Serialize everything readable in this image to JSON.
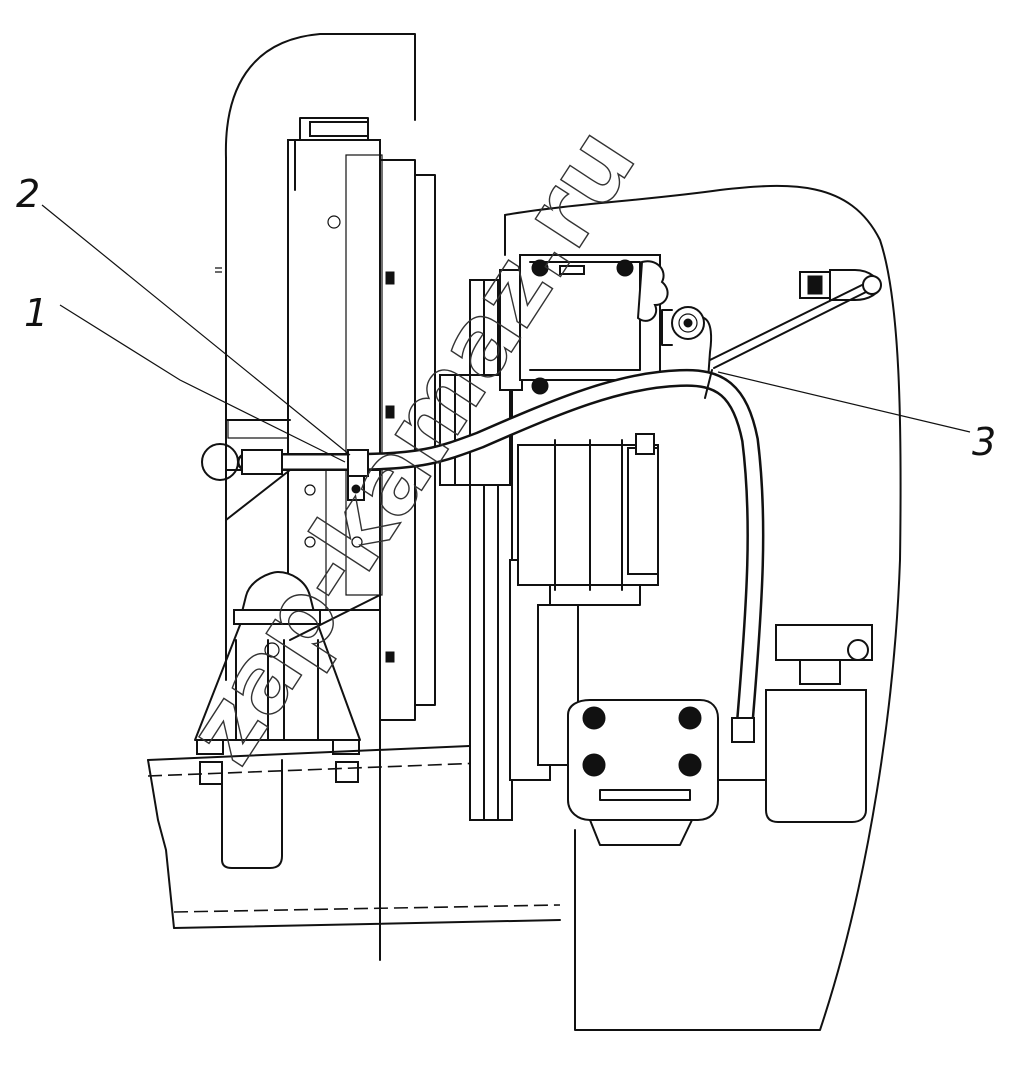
{
  "callouts": [
    {
      "id": "1",
      "label": "1"
    },
    {
      "id": "2",
      "label": "2"
    },
    {
      "id": "3",
      "label": "3"
    }
  ],
  "watermark": "zap-kamaz.ru",
  "colors": {
    "line": "#111111",
    "background": "#ffffff"
  }
}
